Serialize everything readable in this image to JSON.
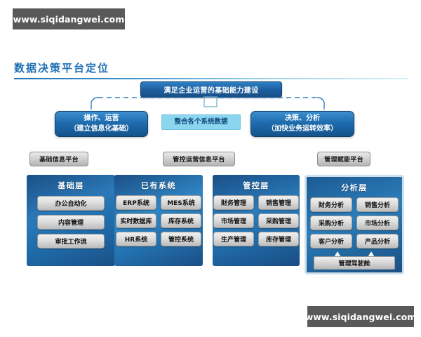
{
  "watermarks": {
    "top": "www.siqidangwei.com",
    "bottom": "www.siqidangwei.com"
  },
  "heading": {
    "title": "数据决策平台定位",
    "accent_color": "#1f6fb5"
  },
  "banner": {
    "label": "满足企业运营的基础能力建设"
  },
  "concepts": {
    "left": {
      "line1": "操作、运营",
      "line2": "（建立信息化基础）"
    },
    "middle": {
      "label": "整合各个系统数据"
    },
    "right": {
      "line1": "决策、分析",
      "line2": "（加快业务运转效率）"
    }
  },
  "platform_labels": [
    {
      "label": "基础信息平台"
    },
    {
      "label": "管控运营信息平台"
    },
    {
      "label": "管理赋能平台"
    }
  ],
  "panels": [
    {
      "title": "基础层",
      "layout": "single",
      "items": [
        "办公自动化",
        "内容管理",
        "审批工作流"
      ]
    },
    {
      "title": "已有系统",
      "layout": "double",
      "items": [
        "ERP系统",
        "MES系统",
        "实时数据库",
        "库存系统",
        "HR系统",
        "管控系统"
      ]
    },
    {
      "title": "管控层",
      "layout": "double",
      "items": [
        "财务管理",
        "销售管理",
        "市场管理",
        "采购管理",
        "生产管理",
        "库存管理"
      ]
    },
    {
      "title": "分析层",
      "layout": "double",
      "items": [
        "财务分析",
        "销售分析",
        "采购分析",
        "市场分析",
        "客户分析",
        "产品分析"
      ],
      "footer": "管理驾驶舱"
    }
  ],
  "colors": {
    "panel_blue_dark": "#1b4f86",
    "panel_blue_light": "#2f86c4",
    "chip_grey": "#dcdcdc",
    "accent_cyan": "#8bd5ef",
    "watermark_grey": "#595959"
  }
}
